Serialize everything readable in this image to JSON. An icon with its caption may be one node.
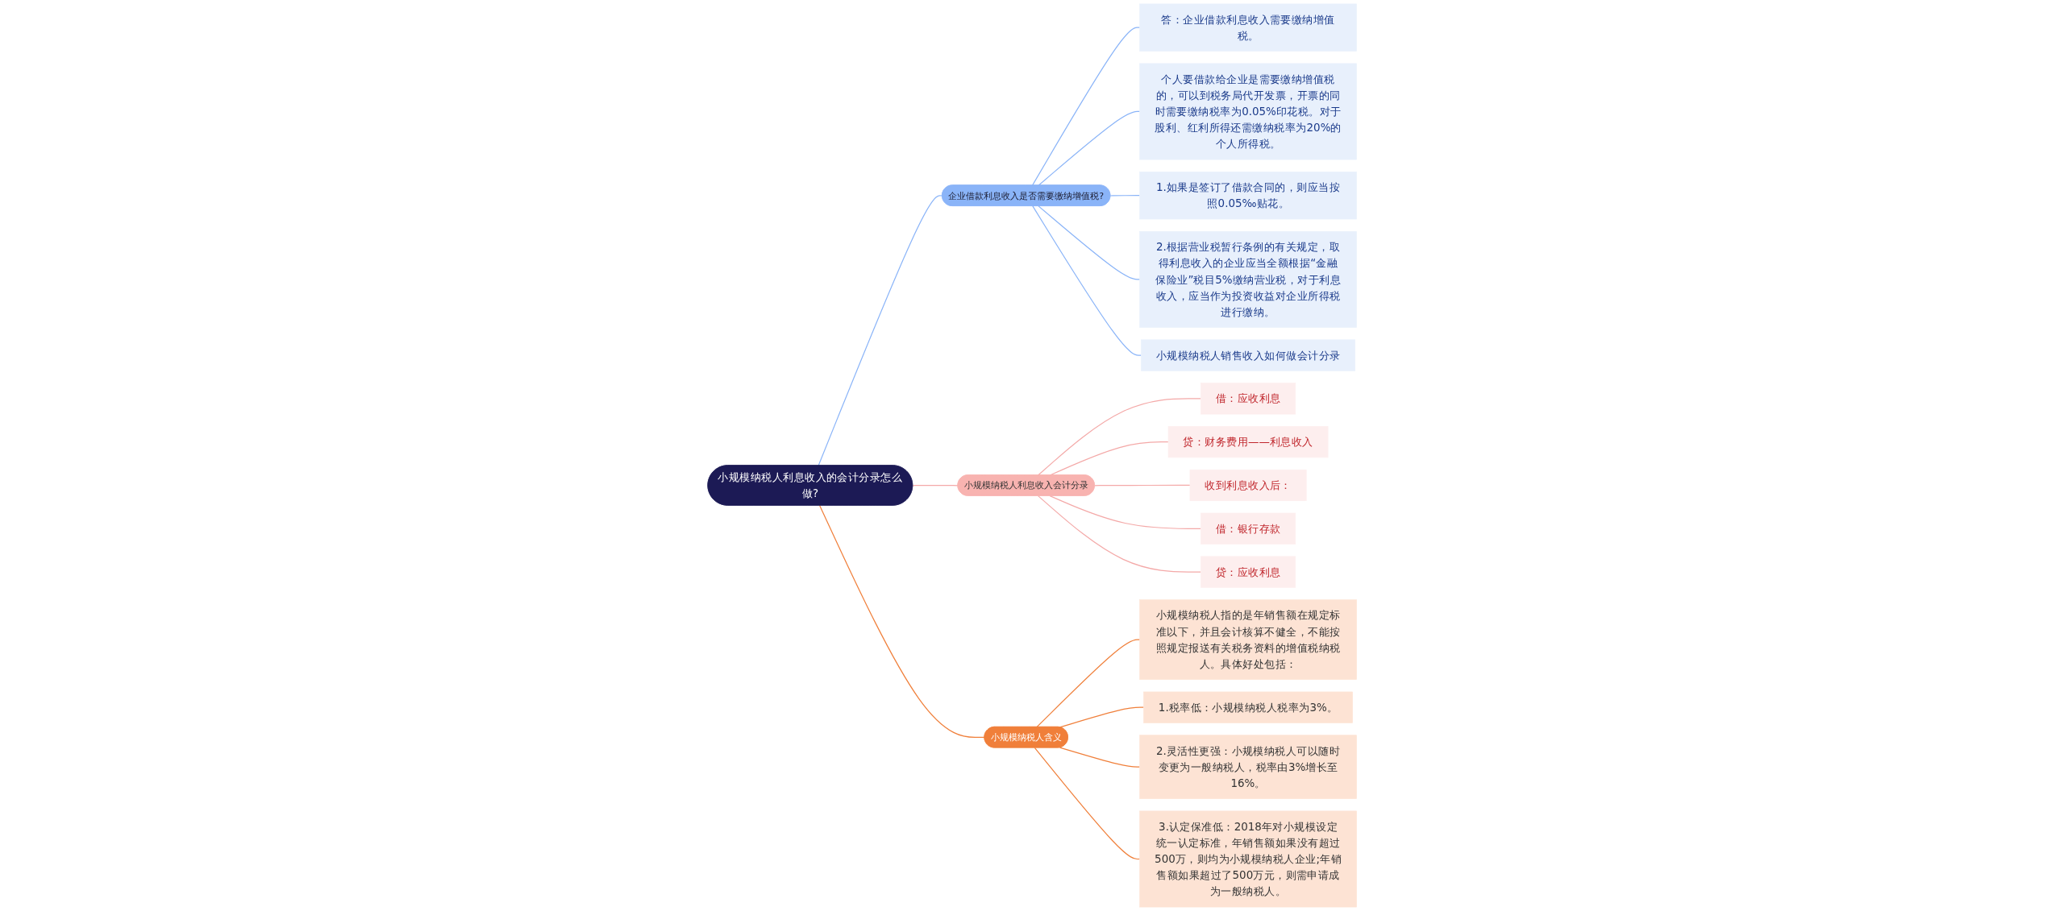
{
  "diagram": {
    "nodes": [
      {
        "text": [
          "小规模纳税人利息收入的会计分录怎么做?"
        ]
      },
      {
        "text": [
          "企业借款利息收入是否需要缴纳增值税?"
        ]
      },
      {
        "text": [
          "答：企业借款利息收入需要缴纳增值税。"
        ]
      },
      {
        "text": [
          "个人要借款给企业是需要缴纳增值税的，可以到税务局代开发票，开票的同时需要缴纳税率为0.05%印花税。对于股利、红利所得还需缴纳税率为20%的个人所得税。"
        ]
      },
      {
        "text": [
          "1.如果是签订了借款合同的，则应当按照0.05‰贴花。"
        ]
      },
      {
        "text": [
          "2.根据营业税暂行条例的有关规定，取得利息收入的企业应当全额根据“金融保险业”税目5%缴纳营业税，对于利息收入，应当作为投资收益对企业所得税进行缴纳。"
        ]
      },
      {
        "text": [
          "小规模纳税人销售收入如何做会计分录"
        ]
      },
      {
        "text": [
          "小规模纳税人利息收入会计分录"
        ]
      },
      {
        "text": [
          "借：应收利息"
        ]
      },
      {
        "text": [
          "贷：财务费用——利息收入"
        ]
      },
      {
        "text": [
          "收到利息收入后："
        ]
      },
      {
        "text": [
          "借：银行存款"
        ]
      },
      {
        "text": [
          "贷：应收利息"
        ]
      },
      {
        "text": [
          "小规模纳税人含义"
        ]
      },
      {
        "text": [
          "小规模纳税人指的是年销售额在规定标准以下，并且会计核算不健全，不能按照规定报送有关税务资料的增值税纳税人。具体好处包括："
        ]
      },
      {
        "text": [
          "1.税率低：小规模纳税人税率为3%。"
        ]
      },
      {
        "text": [
          "2.灵活性更强：小规模纳税人可以随时变更为一般纳税人，税率由3%增长至16%。"
        ]
      },
      {
        "text": [
          "3.认定保准低：2018年对小规模设定统一认定标准，年销售额如果没有超过500万，则均为小规模纳税人企业;年销售额如果超过了500万元，则需申请成为一般纳税人。"
        ]
      }
    ],
    "edges": [
      {
        "from": 0,
        "to": 1,
        "arrow": "none",
        "color": "#8ab4f8"
      },
      {
        "from": 1,
        "to": 2,
        "arrow": "none",
        "color": "#8ab4f8"
      },
      {
        "from": 1,
        "to": 3,
        "arrow": "none",
        "color": "#8ab4f8"
      },
      {
        "from": 1,
        "to": 4,
        "arrow": "none",
        "color": "#8ab4f8"
      },
      {
        "from": 1,
        "to": 5,
        "arrow": "none",
        "color": "#8ab4f8"
      },
      {
        "from": 1,
        "to": 6,
        "arrow": "none",
        "color": "#8ab4f8"
      },
      {
        "from": 0,
        "to": 7,
        "arrow": "none",
        "color": "#f4a9a8"
      },
      {
        "from": 7,
        "to": 8,
        "arrow": "none",
        "color": "#f4a9a8"
      },
      {
        "from": 7,
        "to": 9,
        "arrow": "none",
        "color": "#f4a9a8"
      },
      {
        "from": 7,
        "to": 10,
        "arrow": "none",
        "color": "#f4a9a8"
      },
      {
        "from": 7,
        "to": 11,
        "arrow": "none",
        "color": "#f4a9a8"
      },
      {
        "from": 7,
        "to": 12,
        "arrow": "none",
        "color": "#f4a9a8"
      },
      {
        "from": 0,
        "to": 13,
        "arrow": "none",
        "color": "#f07f3a"
      },
      {
        "from": 13,
        "to": 14,
        "arrow": "none",
        "color": "#f07f3a"
      },
      {
        "from": 13,
        "to": 15,
        "arrow": "none",
        "color": "#f07f3a"
      },
      {
        "from": 13,
        "to": 16,
        "arrow": "none",
        "color": "#f07f3a"
      },
      {
        "from": 13,
        "to": 17,
        "arrow": "none",
        "color": "#f07f3a"
      }
    ]
  }
}
